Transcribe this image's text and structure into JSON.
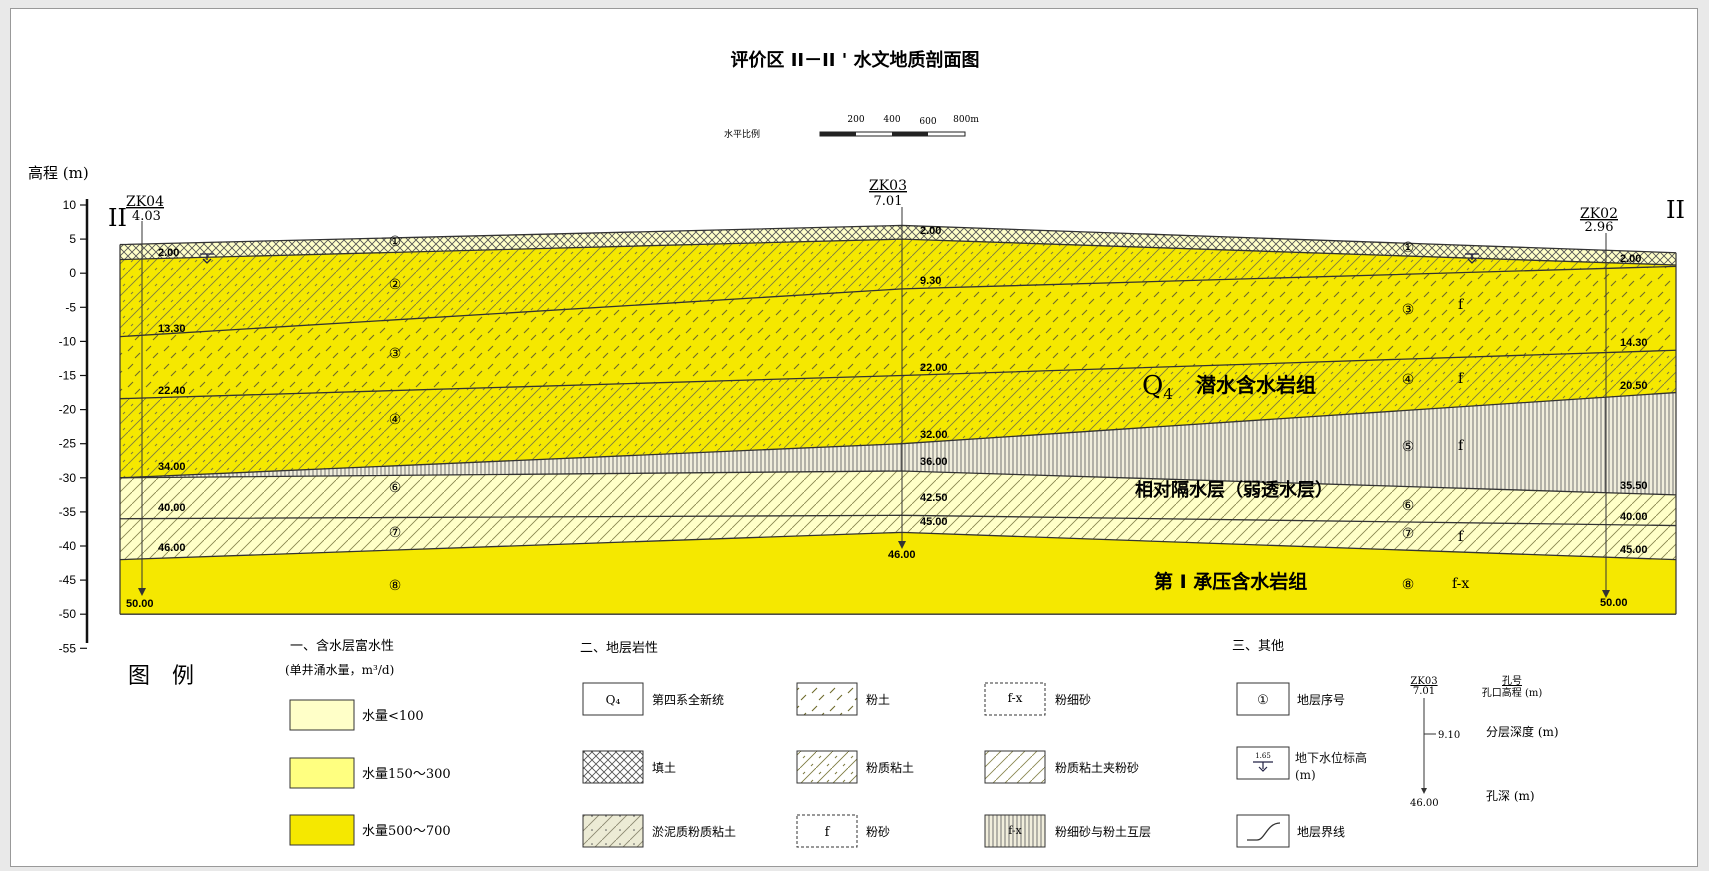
{
  "title": "评价区 II－II ' 水文地质剖面图",
  "scale": {
    "label": "水平比例",
    "ticks": [
      "200",
      "400",
      "600",
      "800m"
    ]
  },
  "y_axis": {
    "label": "高程 (m)",
    "ticks": [
      "10",
      "5",
      "0",
      "-5",
      "-10",
      "-15",
      "-20",
      "-25",
      "-30",
      "-35",
      "-40",
      "-45",
      "-50",
      "-55"
    ]
  },
  "section": {
    "left_mark": "II",
    "right_mark": "II"
  },
  "boreholes": [
    {
      "id": "ZK04",
      "elevation": "4.03",
      "depths": [
        "2.00",
        "13.30",
        "22.40",
        "34.00",
        "40.00",
        "46.00",
        "50.00"
      ]
    },
    {
      "id": "ZK03",
      "elevation": "7.01",
      "depths": [
        "2.00",
        "9.30",
        "22.00",
        "32.00",
        "36.00",
        "42.50",
        "45.00",
        "46.00"
      ]
    },
    {
      "id": "ZK02",
      "elevation": "2.96",
      "depths": [
        "2.00",
        "14.30",
        "20.50",
        "35.50",
        "40.00",
        "45.00",
        "50.00"
      ]
    }
  ],
  "layer_numbers": [
    "①",
    "②",
    "③",
    "④",
    "⑤",
    "⑥",
    "⑦",
    "⑧"
  ],
  "layer_codes": [
    "f",
    "f",
    "f",
    "f",
    "f-x"
  ],
  "zone_labels": {
    "q4_symbol": "Q",
    "q4_sub": "4",
    "q4_text": "潜水含水岩组",
    "aquitard": "相对隔水层（弱透水层）",
    "confined": "第 I 承压含水岩组"
  },
  "legend": {
    "title": "图　例",
    "sec1": {
      "heading": "一、含水层富水性",
      "sub": "(单井涌水量，m³/d)",
      "items": [
        {
          "label": "水量<100",
          "color": "#ffffc8"
        },
        {
          "label": "水量150～300",
          "color": "#ffff80"
        },
        {
          "label": "水量500～700",
          "color": "#f5e800"
        }
      ]
    },
    "sec2": {
      "heading": "二、地层岩性",
      "items": [
        {
          "label": "第四系全新统",
          "symbol": "Q₄",
          "pattern": "text"
        },
        {
          "label": "粉土",
          "pattern": "silt"
        },
        {
          "label": "粉细砂",
          "symbol": "f-x",
          "pattern": "text"
        },
        {
          "label": "填土",
          "pattern": "fill"
        },
        {
          "label": "粉质粘土",
          "pattern": "sclay"
        },
        {
          "label": "粉质粘土夹粉砂",
          "pattern": "hatch"
        },
        {
          "label": "淤泥质粉质粘土",
          "pattern": "muck"
        },
        {
          "label": "粉砂",
          "symbol": "f",
          "pattern": "text"
        },
        {
          "label": "粉细砂与粉土互层",
          "symbol": "f-x",
          "pattern": "vert"
        }
      ]
    },
    "sec3": {
      "heading": "三、其他",
      "items": [
        {
          "label": "地层序号",
          "symbol": "①"
        },
        {
          "label": "地下水位标高 (m)",
          "symbol": "1.65"
        },
        {
          "label": "地层界线"
        }
      ],
      "bh_example": {
        "id": "ZK03",
        "elev": "7.01",
        "frac_top": "孔号",
        "frac_bottom": "孔口高程 (m)",
        "depth": "9.10",
        "depth_label": "分层深度 (m)",
        "bottom": "46.00",
        "bottom_label": "孔深 (m)"
      }
    }
  },
  "colors": {
    "light": "#ffffc8",
    "medium": "#ffff80",
    "strong": "#f5e800",
    "line": "#333333"
  }
}
